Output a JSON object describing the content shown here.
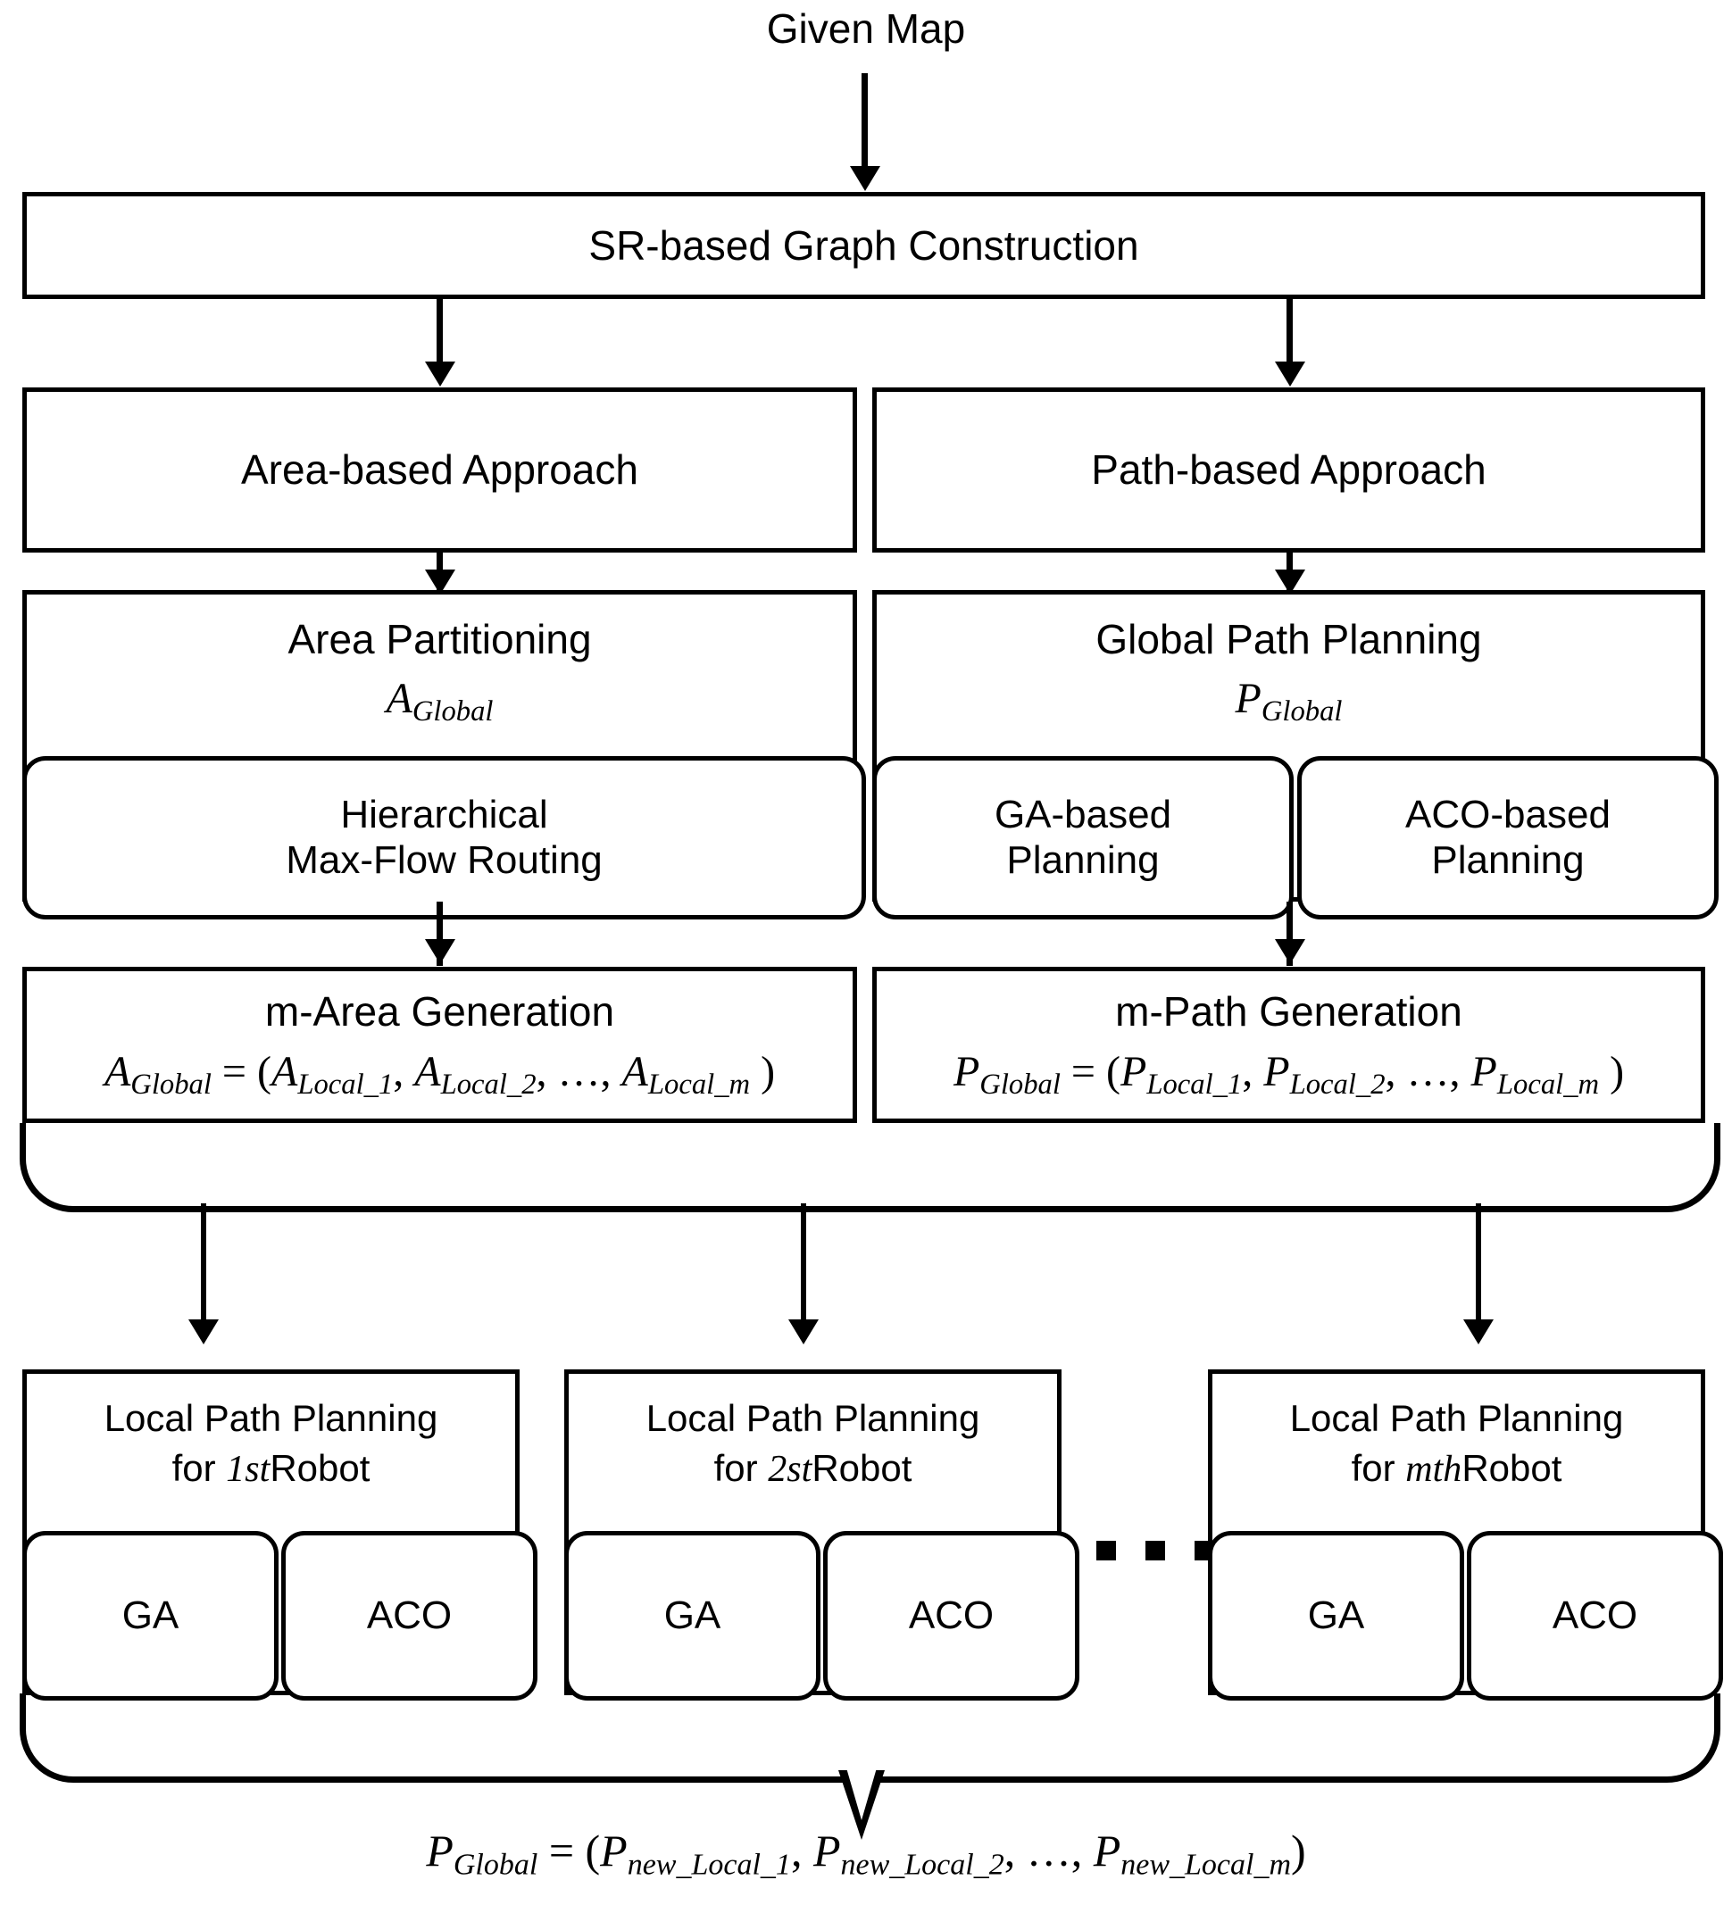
{
  "diagram": {
    "title_node": "Given Map",
    "root": "SR-based Graph Construction",
    "branches": {
      "left": {
        "approach": "Area-based Approach",
        "stage_title": "Area Partitioning",
        "stage_symbol": {
          "base": "A",
          "sub": "Global"
        },
        "methods": [
          "Hierarchical\nMax-Flow Routing"
        ],
        "generation_title": "m-Area Generation",
        "generation_formula": {
          "lhs": {
            "base": "A",
            "sub": "Global"
          },
          "op": "=",
          "rhs": [
            {
              "base": "A",
              "sub": "Local_1"
            },
            {
              "base": "A",
              "sub": "Local_2"
            },
            {
              "base": "⋯",
              "sub": ""
            },
            {
              "base": "A",
              "sub": "Local_m"
            }
          ]
        }
      },
      "right": {
        "approach": "Path-based Approach",
        "stage_title": "Global Path Planning",
        "stage_symbol": {
          "base": "P",
          "sub": "Global"
        },
        "methods": [
          "GA-based\nPlanning",
          "ACO-based\nPlanning"
        ],
        "generation_title": "m-Path Generation",
        "generation_formula": {
          "lhs": {
            "base": "P",
            "sub": "Global"
          },
          "op": "=",
          "rhs": [
            {
              "base": "P",
              "sub": "Local_1"
            },
            {
              "base": "P",
              "sub": "Local_2"
            },
            {
              "base": "⋯",
              "sub": ""
            },
            {
              "base": "P",
              "sub": "Local_m"
            }
          ]
        }
      }
    },
    "local_planners": [
      {
        "title_line1": "Local Path Planning",
        "prefix": "for ",
        "index": "1",
        "ordinal": "st",
        "suffix": "Robot",
        "algorithms": [
          "GA",
          "ACO"
        ]
      },
      {
        "title_line1": "Local Path Planning",
        "prefix": "for ",
        "index": "2",
        "ordinal": "st",
        "suffix": "Robot",
        "algorithms": [
          "GA",
          "ACO"
        ]
      },
      {
        "title_line1": "Local Path Planning",
        "prefix": "for ",
        "index": "m",
        "ordinal": "th",
        "suffix": "Robot",
        "algorithms": [
          "GA",
          "ACO"
        ]
      }
    ],
    "ellipsis_dots": 3,
    "output_formula": {
      "lhs": {
        "base": "P",
        "sub": "Global"
      },
      "op": "=",
      "rhs": [
        {
          "base": "P",
          "sub": "new_Local_1"
        },
        {
          "base": "P",
          "sub": "new_Local_2"
        },
        {
          "base": "⋯",
          "sub": ""
        },
        {
          "base": "P",
          "sub": "new_Local_m"
        }
      ]
    },
    "colors": {
      "stroke": "#000000",
      "background": "#ffffff",
      "text": "#000000"
    }
  }
}
